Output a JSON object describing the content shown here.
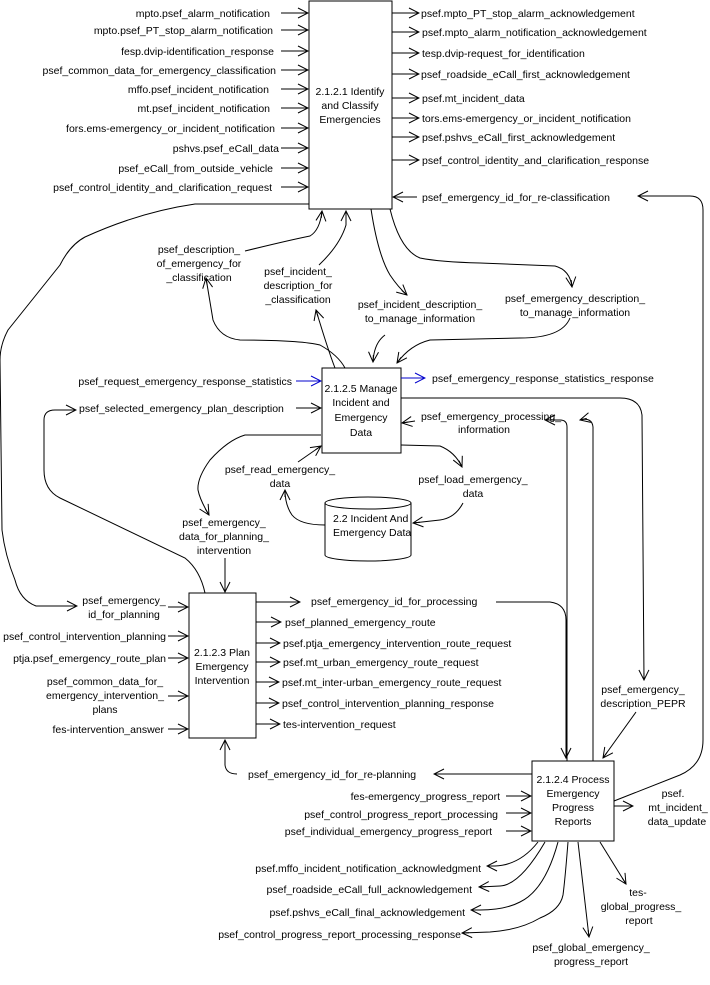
{
  "processes": {
    "identify": {
      "lines": [
        "2.1.2.1 Identify",
        "and Classify",
        "Emergencies"
      ]
    },
    "manage": {
      "lines": [
        "2.1.2.5 Manage",
        "Incident and",
        "Emergency",
        "Data"
      ]
    },
    "plan": {
      "lines": [
        "2.1.2.3 Plan",
        "Emergency",
        "Intervention"
      ]
    },
    "process": {
      "lines": [
        "2.1.2.4 Process",
        "Emergency",
        "Progress",
        "Reports"
      ]
    }
  },
  "datastore": {
    "lines": [
      "2.2 Incident And",
      "Emergency Data"
    ]
  },
  "identify_inputs": [
    "mpto.psef_alarm_notification",
    "mpto.psef_PT_stop_alarm_notification",
    "fesp.dvip-identification_response",
    "psef_common_data_for_emergency_classification",
    "mffo.psef_incident_notification",
    "mt.psef_incident_notification",
    "fors.ems-emergency_or_incident_notification",
    "pshvs.psef_eCall_data",
    "psef_eCall_from_outside_vehicle",
    "psef_control_identity_and_clarification_request"
  ],
  "identify_outputs": [
    "psef.mpto_PT_stop_alarm_acknowledgement",
    "psef.mpto_alarm_notification_acknowledgement",
    "tesp.dvip-request_for_identification",
    "psef_roadside_eCall_first_acknowledgement",
    "psef.mt_incident_data",
    "tors.ems-emergency_or_incident_notification",
    "psef.pshvs_eCall_first_acknowledgement",
    "psef_control_identity_and_clarification_response"
  ],
  "internal_flows": {
    "re_classification": "psef_emergency_id_for_re-classification",
    "desc_of_emergency": [
      "psef_description_",
      "of_emergency_for",
      "_classification"
    ],
    "incident_desc_class": [
      "psef_incident_",
      "description_for",
      "_classification"
    ],
    "incident_desc_manage": [
      "psef_incident_description_",
      "to_manage_information"
    ],
    "emergency_desc_manage": [
      "psef_emergency_description_",
      "to_manage_information"
    ],
    "request_stats": "psef_request_emergency_response_statistics",
    "stats_response": "psef_emergency_response_statistics_response",
    "selected_plan": "psef_selected_emergency_plan_description",
    "processing_info": [
      "psef_emergency_processing_",
      "information"
    ],
    "read_data": [
      "psef_read_emergency_",
      "data"
    ],
    "load_data": [
      "psef_load_emergency_",
      "data"
    ],
    "data_for_planning": [
      "psef_emergency_",
      "data_for_planning_",
      "intervention"
    ],
    "id_for_planning": [
      "psef_emergency_",
      "id_for_planning"
    ],
    "id_for_processing": "psef_emergency_id_for_processing",
    "description_pepr": [
      "psef_emergency_",
      "description_PEPR"
    ],
    "id_for_replanning": "psef_emergency_id_for_re-planning"
  },
  "plan_inputs": {
    "control_planning": "psef_control_intervention_planning",
    "route_plan": "ptja.psef_emergency_route_plan",
    "common_data": [
      "psef_common_data_for_",
      "emergency_intervention_",
      "plans"
    ],
    "fes_answer": "fes-intervention_answer"
  },
  "plan_outputs": [
    "psef_planned_emergency_route",
    "psef.ptja_emergency_intervention_route_request",
    "psef.mt_urban_emergency_route_request",
    "psef.mt_inter-urban_emergency_route_request",
    "psef_control_intervention_planning_response",
    "tes-intervention_request"
  ],
  "process_inputs": [
    "fes-emergency_progress_report",
    "psef_control_progress_report_processing",
    "psef_individual_emergency_progress_report"
  ],
  "process_outputs": {
    "mt_update": [
      "psef.",
      "mt_incident_",
      "data_update"
    ],
    "mffo_ack": "psef.mffo_incident_notification_acknowledgment",
    "roadside_ack": "psef_roadside_eCall_full_acknowledgement",
    "pshvs_ack": "psef.pshvs_eCall_final_acknowledgement",
    "control_response": "psef_control_progress_report_processing_response",
    "global_report": [
      "psef_global_emergency_",
      "progress_report"
    ],
    "tes_global": [
      "tes-",
      "global_progress_",
      "report"
    ]
  },
  "colors": {
    "line": "#000000",
    "highlight_flow": "#0000cc",
    "background": "#ffffff"
  }
}
